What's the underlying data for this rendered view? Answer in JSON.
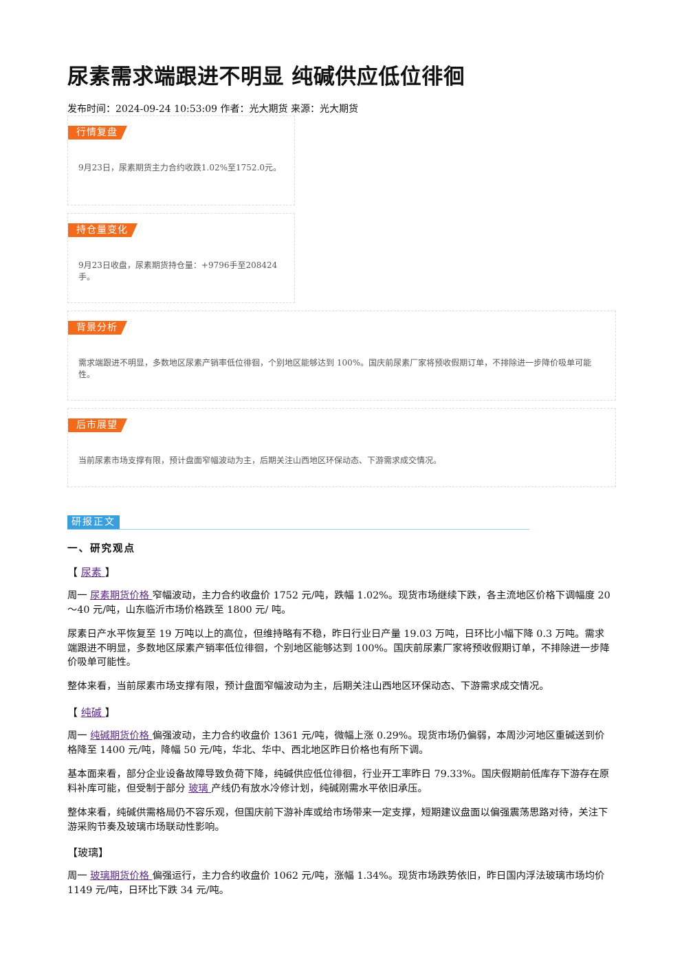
{
  "article": {
    "title": "尿素需求端跟进不明显 纯碱供应低位徘徊",
    "meta": "发布时间：2024-09-24 10:53:09 作者：光大期货 来源：光大期货"
  },
  "boxes": {
    "market_review": {
      "tag": "行情复盘",
      "text": "9月23日，尿素期货主力合约收跌1.02%至1752.0元。"
    },
    "position_change": {
      "tag": "持仓量变化",
      "text": "9月23日收盘，尿素期货持仓量：+9796手至208424手。"
    },
    "background": {
      "tag": "背景分析",
      "text": "需求端跟进不明显，多数地区尿素产销率低位徘徊，个别地区能够达到 100%。国庆前尿素厂家将预收假期订单，不排除进一步降价吸单可能性。"
    },
    "outlook": {
      "tag": "后市展望",
      "text": "当前尿素市场支撑有限，预计盘面窄幅波动为主，后期关注山西地区环保动态、下游需求成交情况。"
    }
  },
  "report": {
    "section_tag": "研报正文",
    "heading": "一、研究观点",
    "urea": {
      "label_open": "【 ",
      "label_link": "尿素 ",
      "label_close": "】",
      "p1_a": "周一 ",
      "p1_link": "尿素期货价格 ",
      "p1_b": "窄幅波动，主力合约收盘价 1752 元/吨，跌幅 1.02%。现货市场继续下跌，各主流地区价格下调幅度 20～40 元/吨，山东临沂市场价格跌至 1800 元/ 吨。",
      "p2": "尿素日产水平恢复至 19 万吨以上的高位，但维持略有不稳，昨日行业日产量 19.03 万吨，日环比小幅下降 0.3 万吨。需求端跟进不明显，多数地区尿素产销率低位徘徊，个别地区能够达到 100%。国庆前尿素厂家将预收假期订单，不排除进一步降价吸单可能性。",
      "p3": "整体来看，当前尿素市场支撑有限，预计盘面窄幅波动为主，后期关注山西地区环保动态、下游需求成交情况。"
    },
    "soda": {
      "label_open": "【 ",
      "label_link": "纯碱 ",
      "label_close": "】",
      "p1_a": "周一 ",
      "p1_link": "纯碱期货价格 ",
      "p1_b": "偏强波动，主力合约收盘价 1361 元/吨，微幅上涨 0.29%。现货市场仍偏弱，本周沙河地区重碱送到价格降至 1400 元/吨，降幅 50 元/吨，华北、华中、西北地区昨日价格也有所下调。",
      "p2_a": "基本面来看，部分企业设备故障导致负荷下降，纯碱供应低位徘徊，行业开工率昨日 79.33%。国庆假期前低库存下游存在原料补库可能，但受制于部分 ",
      "p2_link": "玻璃 ",
      "p2_b": "产线仍有放水冷修计划，纯碱刚需水平依旧承压。",
      "p3": "整体来看，纯碱供需格局仍不容乐观，但国庆前下游补库或给市场带来一定支撑，短期建议盘面以偏强震荡思路对待，关注下游采购节奏及玻璃市场联动性影响。"
    },
    "glass": {
      "label": "【玻璃】",
      "p1_a": "周一 ",
      "p1_link": "玻璃期货价格 ",
      "p1_b": "偏强运行，主力合约收盘价 1062 元/吨，涨幅 1.34%。现货市场跌势依旧，昨日国内浮法玻璃市场均价 1149 元/吨，日环比下跌 34 元/吨。"
    }
  }
}
